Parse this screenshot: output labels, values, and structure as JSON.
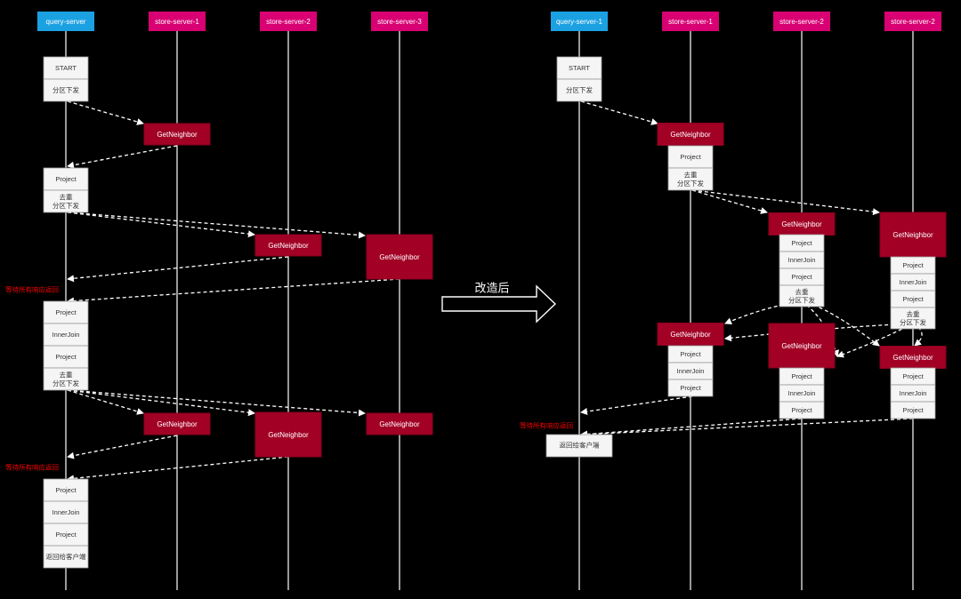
{
  "colors": {
    "background": "#000000",
    "lifeline": "#ffffff",
    "query_header": "#1ba1e2",
    "store_header": "#d80073",
    "getneighbor_box": "#a20025",
    "op_box": "#f5f5f5",
    "op_text": "#333333",
    "wait_text": "#ff0000",
    "arrow": "#ffffff"
  },
  "left": {
    "headers": [
      "query-server",
      "store-server-1",
      "store-server-2",
      "store-server-3"
    ],
    "q_ops_1": [
      "START",
      "分区下发"
    ],
    "q_ops_2": [
      "Project",
      "去重\n分区下发"
    ],
    "q_ops_3": [
      "Project",
      "InnerJoin",
      "Project",
      "去重\n分区下发"
    ],
    "q_ops_4": [
      "Project",
      "InnerJoin",
      "Project",
      "返回给客户端"
    ],
    "getneighbor": "GetNeighbor",
    "wait_1": "等待所有响应返回",
    "wait_2": "等待所有响应返回"
  },
  "transition": {
    "label": "改造后"
  },
  "right": {
    "headers": [
      "query-server-1",
      "store-server-1",
      "store-server-2",
      "store-server-2"
    ],
    "q_ops_1": [
      "START",
      "分区下发"
    ],
    "s1_ops_1": [
      "Project",
      "去重\n分区下发"
    ],
    "s2_ops_1": [
      "Project",
      "InnerJoin",
      "Project",
      "去重\n分区下发"
    ],
    "s3_ops_1": [
      "Project",
      "InnerJoin",
      "Project",
      "去重\n分区下发"
    ],
    "s1_ops_2": [
      "Project",
      "InnerJoin",
      "Project"
    ],
    "s2_ops_2": [
      "Project",
      "InnerJoin",
      "Project"
    ],
    "s3_ops_2": [
      "Project",
      "InnerJoin",
      "Project"
    ],
    "getneighbor": "GetNeighbor",
    "wait": "等待所有响应返回",
    "return_to_client": "返回给客户端"
  }
}
